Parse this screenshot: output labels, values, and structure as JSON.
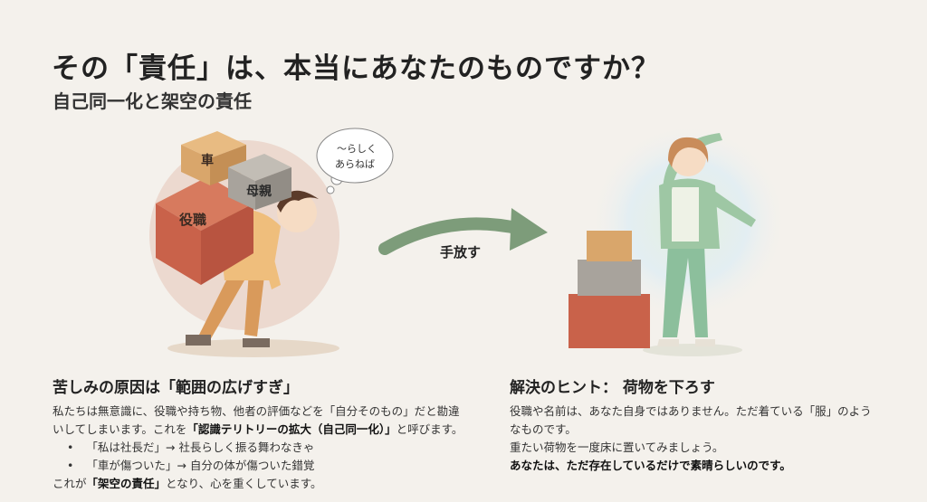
{
  "header": {
    "title": "その「責任」は、本当にあなたのものですか？",
    "subtitle": "自己同一化と架空の責任"
  },
  "illustration": {
    "box_labels": [
      "車",
      "母親",
      "役職"
    ],
    "thought_bubble": [
      "〜らしく",
      "あらねば"
    ],
    "arrow_label": "手放す"
  },
  "left_section": {
    "heading": "苦しみの原因は「範囲の広げすぎ」",
    "p1_a": "私たちは無意識に、役職や持ち物、他者の評価などを「自分そのもの」だと勘違",
    "p1_b": "いしてしまいます。これを",
    "p1_bold": "「認識テリトリーの拡大（自己同一化）」",
    "p1_c": "と呼びます。",
    "bullets": [
      "「私は社長だ」→ 社長らしく振る舞わなきゃ",
      "「車が傷ついた」→ 自分の体が傷ついた錯覚"
    ],
    "p2_a": "これが",
    "p2_bold": "「架空の責任」",
    "p2_b": "となり、心を重くしています。"
  },
  "right_section": {
    "heading": "解決のヒント： 荷物を下ろす",
    "line1": "役職や名前は、あなた自身ではありません。ただ着ている「服」のよう",
    "line2": "なものです。",
    "line3": "重たい荷物を一度床に置いてみましょう。",
    "line4_bold": "あなたは、ただ存在しているだけで素晴らしいのです。"
  },
  "colors": {
    "background": "#f4f1ec",
    "arrow": "#7d9c7a",
    "box_red": "#c9624a",
    "box_tan": "#d9a66b",
    "box_gray": "#a8a39c",
    "pants_green": "#8cbf9c"
  }
}
